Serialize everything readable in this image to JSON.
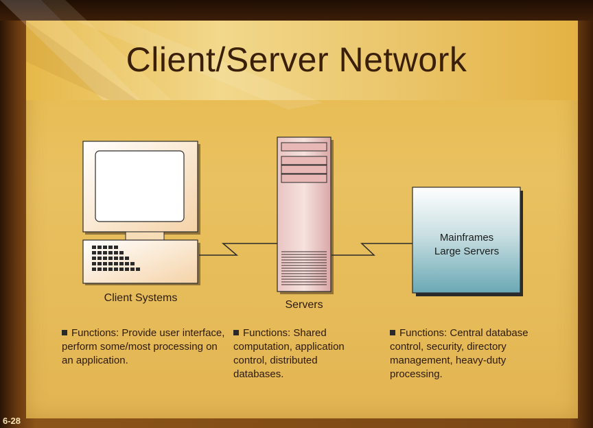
{
  "title": "Client/Server Network",
  "nodes": {
    "client": "Client Systems",
    "servers": "Servers",
    "mainframe_line1": "Mainframes",
    "mainframe_line2": "Large Servers"
  },
  "functions": {
    "client": "Functions: Provide user interface, perform some/most processing on an application.",
    "servers": "Functions: Shared computation, application control, distributed databases.",
    "mainframe": "Functions: Central database control, security, directory management, heavy-duty processing."
  },
  "page_number": "6-28"
}
